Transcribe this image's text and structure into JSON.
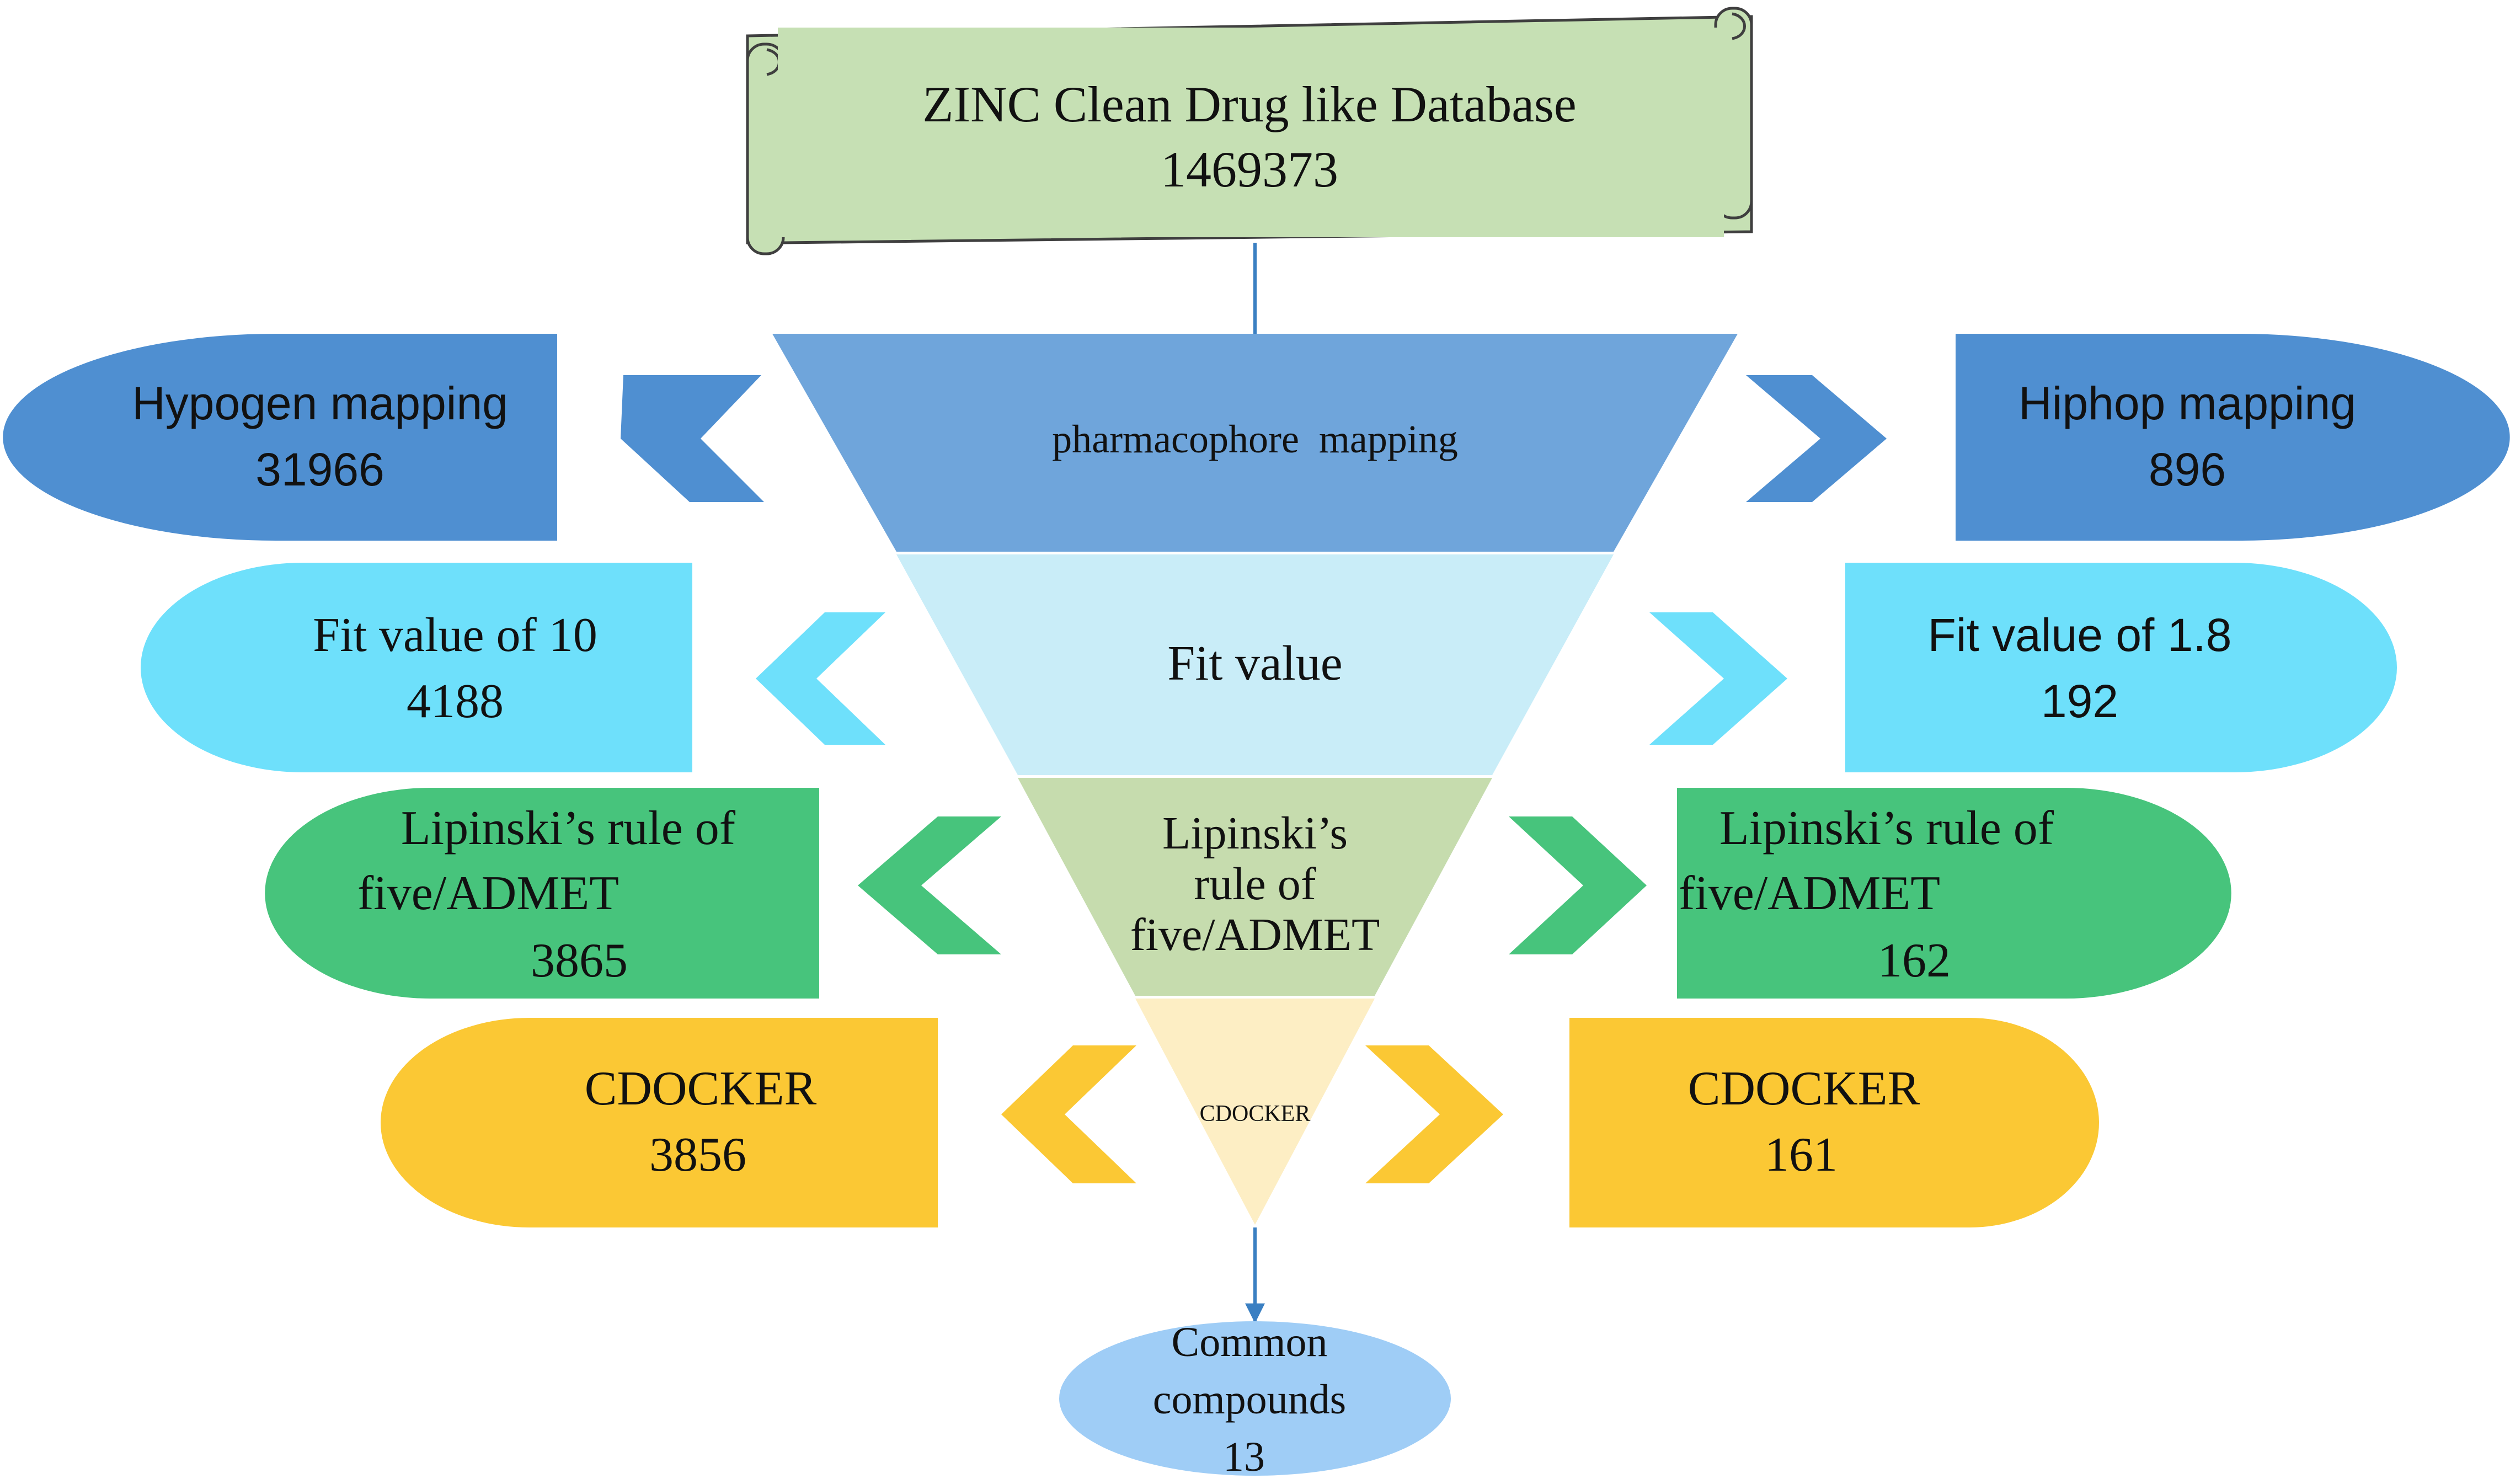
{
  "colors": {
    "scroll_fill": "#c6e0b4",
    "scroll_stroke": "#3f3f3f",
    "stage1_funnel": "#6fa5db",
    "stage1_box": "#4f8fd1",
    "stage1_arrow": "#4f8fd1",
    "stage2_funnel": "#c9edf8",
    "stage2_box": "#6ee0fb",
    "stage2_arrow": "#6ee0fb",
    "stage3_funnel": "#c6dcae",
    "stage3_box": "#47c47c",
    "stage3_arrow": "#47c47c",
    "stage4_funnel": "#fdeec4",
    "stage4_box": "#fbc834",
    "stage4_arrow": "#fbc834",
    "result_fill": "#9fcdf6",
    "connector": "#3a7fc2",
    "text": "#111111"
  },
  "source": {
    "title": "ZINC Clean Drug like Database",
    "count": "1469373"
  },
  "funnel": {
    "stage1": "pharmacophore  mapping",
    "stage2": "Fit value",
    "stage3_lines": [
      "Lipinski’s",
      "rule of",
      "five/ADMET"
    ],
    "stage4": "CDOCKER"
  },
  "left": {
    "stage1": {
      "label": "Hypogen mapping",
      "count": "31966"
    },
    "stage2": {
      "label": "Fit value of 10",
      "count": "4188"
    },
    "stage3": {
      "line1": "Lipinski’s rule of",
      "line2": "five/ADMET",
      "count": "3865"
    },
    "stage4": {
      "label": "CDOCKER",
      "count": "3856"
    }
  },
  "right": {
    "stage1": {
      "label": "Hiphop mapping",
      "count": "896"
    },
    "stage2": {
      "label": "Fit value of 1.8",
      "count": "192"
    },
    "stage3": {
      "line1": "Lipinski’s rule of",
      "line2": "five/ADMET",
      "count": "162"
    },
    "stage4": {
      "label": "CDOCKER",
      "count": "161"
    }
  },
  "result": {
    "line1": "Common",
    "line2": "compounds",
    "count": "13"
  }
}
